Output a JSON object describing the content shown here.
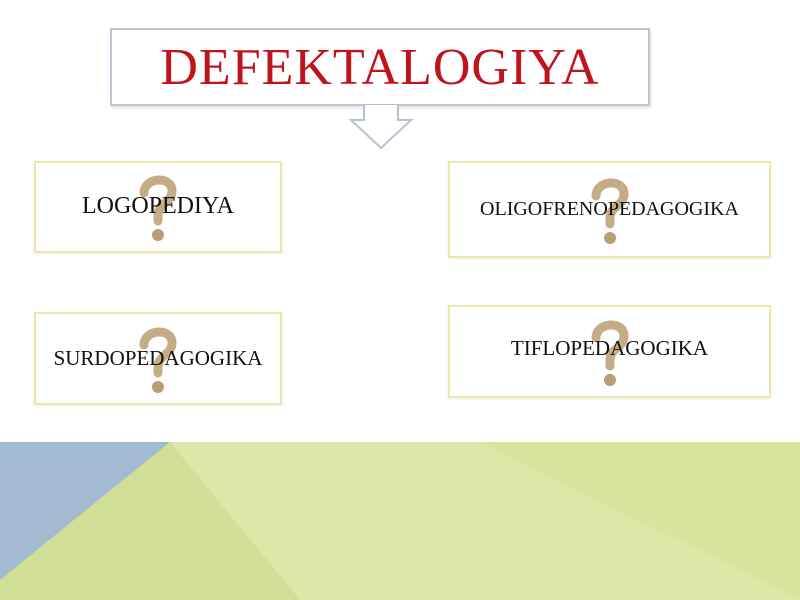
{
  "title": "DEFEKTALOGIYA",
  "cards": [
    {
      "label": "LOGOPEDIYA",
      "icon": "question-mark-icon"
    },
    {
      "label": "OLIGOFRENOPEDAGOGIKA",
      "icon": "question-mark-icon"
    },
    {
      "label": "SURDOPEDAGOGIKA",
      "icon": "question-mark-icon"
    },
    {
      "label": "TIFLOPEDAGOGIKA",
      "icon": "question-mark-icon"
    }
  ],
  "colors": {
    "title_text": "#c0141c",
    "title_border": "#bcc6d4",
    "card_border": "#f0e6a8",
    "footer_green": "#d6e29e",
    "footer_blue": "#9fb8cf"
  }
}
